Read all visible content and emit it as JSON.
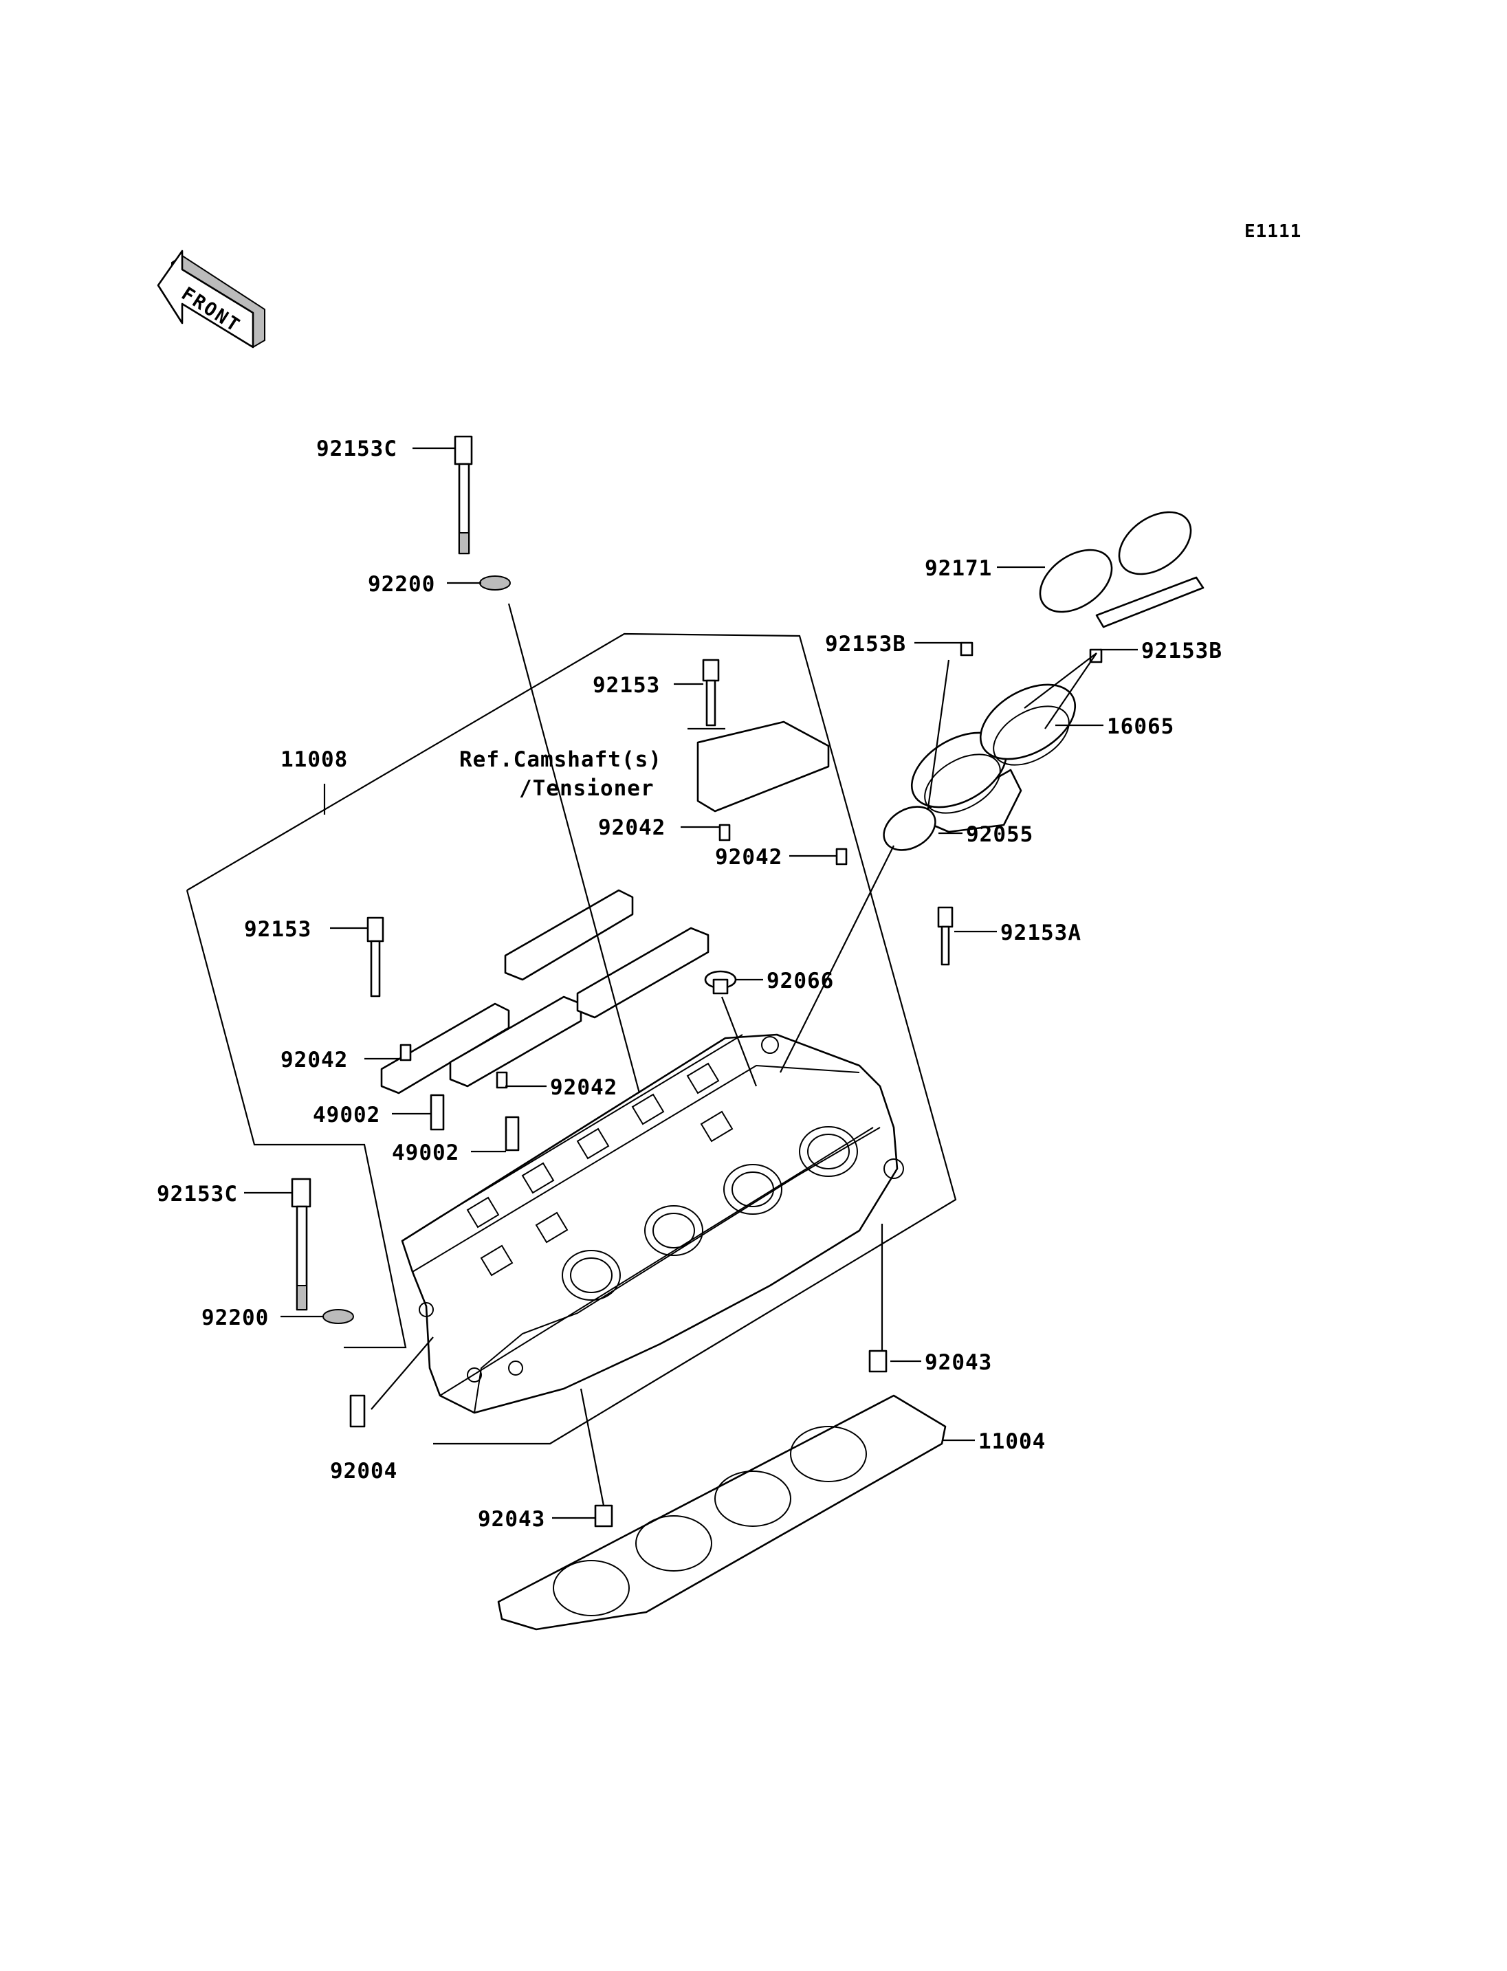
{
  "diagram_code": "E1111",
  "front_label": "FRONT",
  "reference_note": {
    "line1": "Ref.Camshaft(s)",
    "line2": "/Tensioner"
  },
  "callouts": [
    "92153C",
    "92200",
    "92153",
    "11008",
    "92042",
    "92042",
    "92153",
    "92042",
    "92042",
    "49002",
    "49002",
    "92153C",
    "92200",
    "92004",
    "92043",
    "92043",
    "11004",
    "92171",
    "92153B",
    "92153B",
    "16065",
    "92055",
    "92153A",
    "92066"
  ]
}
